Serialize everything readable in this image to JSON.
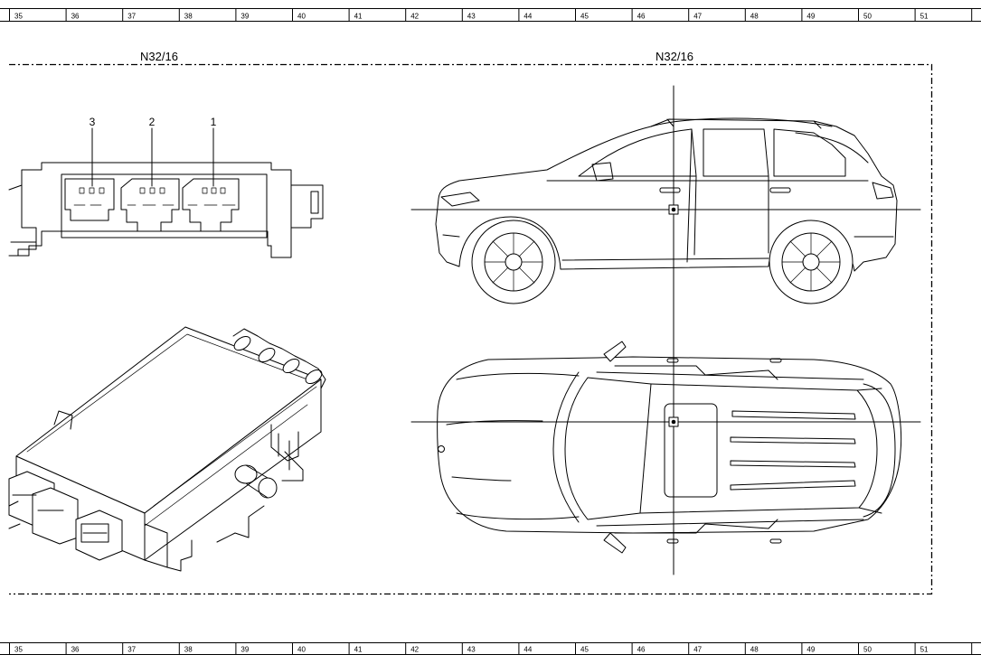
{
  "ruler": {
    "columns": [
      "35",
      "36",
      "37",
      "38",
      "39",
      "40",
      "41",
      "42",
      "43",
      "44",
      "45",
      "46",
      "47",
      "48",
      "49",
      "50",
      "51"
    ]
  },
  "labels": {
    "left_title": "N32/16",
    "right_title": "N32/16"
  },
  "connector": {
    "pins": [
      "3",
      "2",
      "1"
    ]
  }
}
